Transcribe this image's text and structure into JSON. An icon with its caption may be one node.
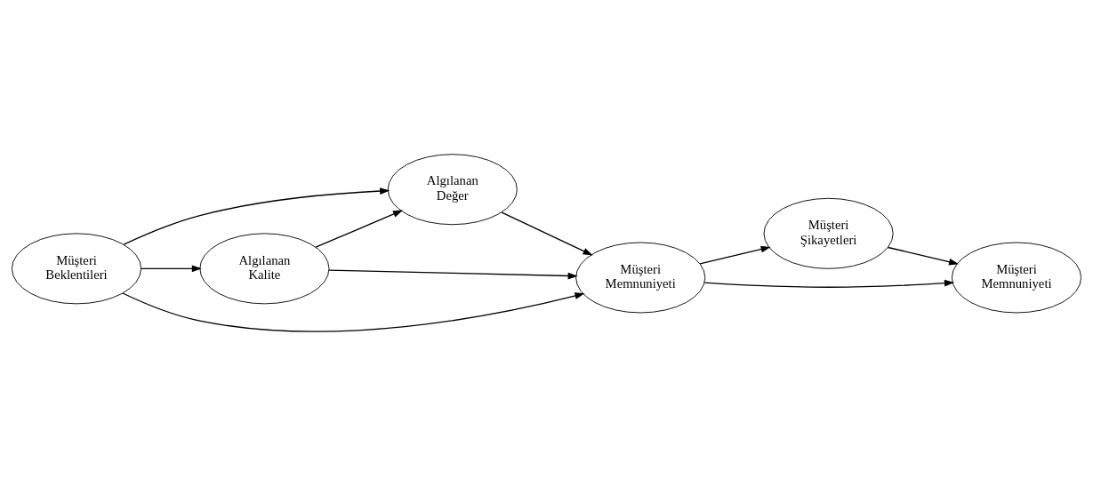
{
  "diagram": {
    "nodes": [
      {
        "text": [
          "Algılanan Kalite"
        ]
      },
      {
        "text": [
          "Algılanan Değer"
        ]
      },
      {
        "text": [
          "Müşteri Beklentileri"
        ]
      },
      {
        "text": [
          "Müşteri Memnuniyeti"
        ]
      },
      {
        "text": [
          "Müşteri Şikayetleri"
        ]
      },
      {
        "text": [
          "Müşteri Memnuniyeti"
        ]
      }
    ],
    "edges": [
      {
        "from": 2,
        "to": 0,
        "arrow": "to"
      },
      {
        "from": 0,
        "to": 1,
        "arrow": "to"
      },
      {
        "from": 0,
        "to": 3,
        "arrow": "to"
      },
      {
        "from": 2,
        "to": 1,
        "arrow": "to"
      },
      {
        "from": 1,
        "to": 3,
        "arrow": "to"
      },
      {
        "from": 2,
        "to": 3,
        "arrow": "to"
      },
      {
        "from": 3,
        "to": 4,
        "arrow": "to"
      },
      {
        "from": 4,
        "to": 5,
        "arrow": "to"
      },
      {
        "from": 3,
        "to": 5,
        "arrow": "to"
      }
    ]
  }
}
